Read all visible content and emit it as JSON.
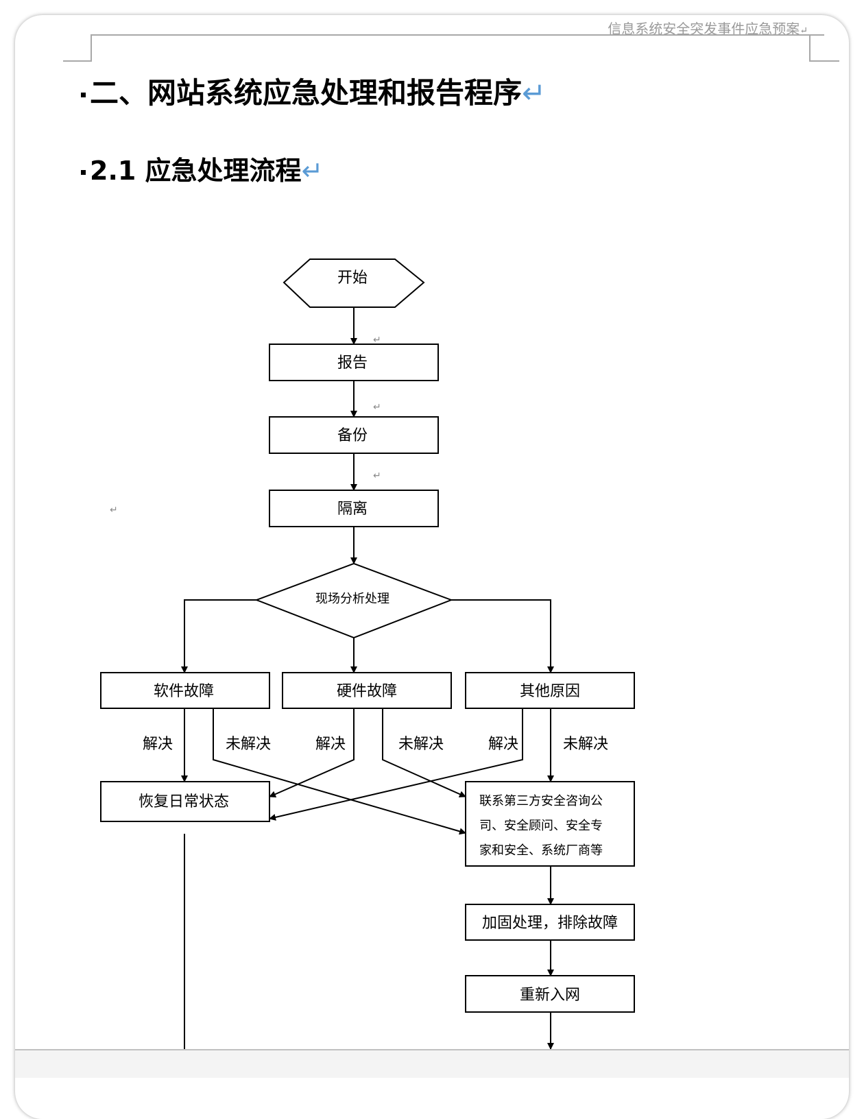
{
  "header": {
    "doc_title": "信息系统安全突发事件应急预案"
  },
  "heading1": "二、网站系统应急处理和报告程序",
  "heading2": "2.1 应急处理流程",
  "return_mark": "↵",
  "flow": {
    "start": "开始",
    "report": "报告",
    "backup": "备份",
    "isolate": "隔离",
    "analyze": "现场分析处理",
    "software": "软件故障",
    "hardware": "硬件故障",
    "other": "其他原因",
    "resolved": "解决",
    "unresolved": "未解决",
    "restore": "恢复日常状态",
    "contact_line1": "联系第三方安全咨询公",
    "contact_line2": "司、安全顾问、安全专",
    "contact_line3": "家和安全、系统厂商等",
    "reinforce": "加固处理，排除故障",
    "rejoin": "重新入网"
  },
  "colors": {
    "line": "#000000",
    "header_gray": "#9a9a9a",
    "return_blue": "#5b9bd5"
  }
}
